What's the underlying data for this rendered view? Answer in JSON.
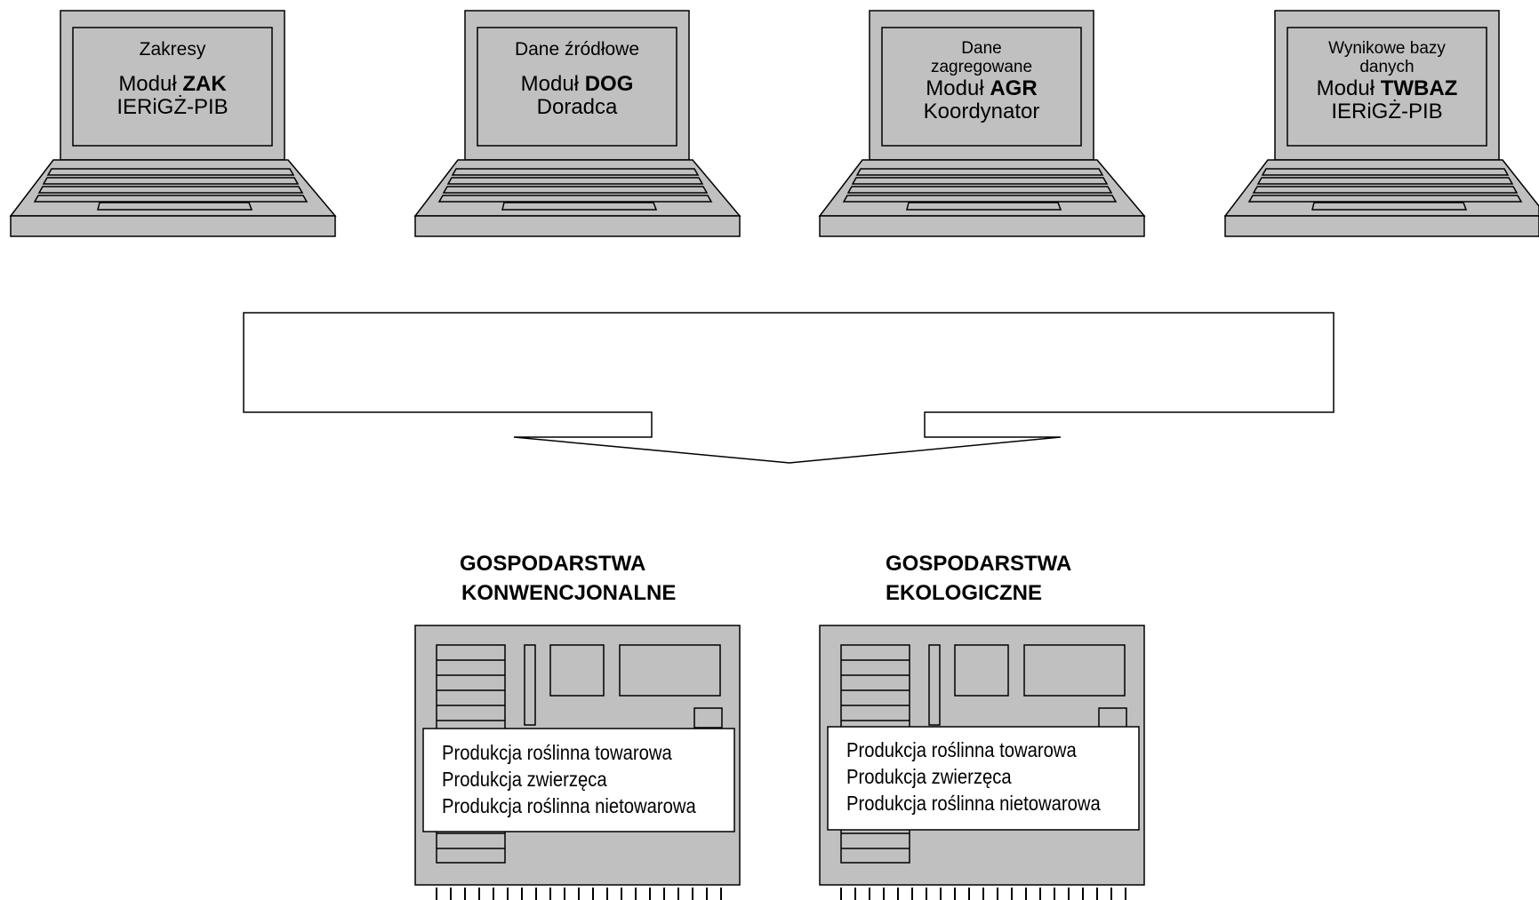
{
  "laptops": [
    {
      "lines": [
        "Zakresy"
      ],
      "module_prefix": "Moduł ",
      "module_code": "ZAK",
      "owner": "IERiGŻ-PIB"
    },
    {
      "lines": [
        "Dane źródłowe"
      ],
      "module_prefix": "Moduł ",
      "module_code": "DOG",
      "owner": "Doradca"
    },
    {
      "lines": [
        "Dane",
        "zagregowane"
      ],
      "module_prefix": "Moduł ",
      "module_code": "AGR",
      "owner": "Koordynator"
    },
    {
      "lines": [
        "Wynikowe bazy",
        "danych"
      ],
      "module_prefix": "Moduł ",
      "module_code": "TWBAZ",
      "owner": "IERiGŻ-PIB"
    }
  ],
  "farms": [
    {
      "title_line1": "GOSPODARSTWA",
      "title_line2": "KONWENCJONALNE",
      "production": [
        "Produkcja roślinna towarowa",
        "Produkcja zwierzęca",
        "Produkcja roślinna nietowarowa"
      ]
    },
    {
      "title_line1": "GOSPODARSTWA",
      "title_line2": "EKOLOGICZNE",
      "production": [
        "Produkcja roślinna towarowa",
        "Produkcja zwierzęca",
        "Produkcja roślinna nietowarowa"
      ]
    }
  ],
  "colors": {
    "device_fill": "#c0c0c0",
    "outline": "#000000",
    "background": "#ffffff"
  }
}
